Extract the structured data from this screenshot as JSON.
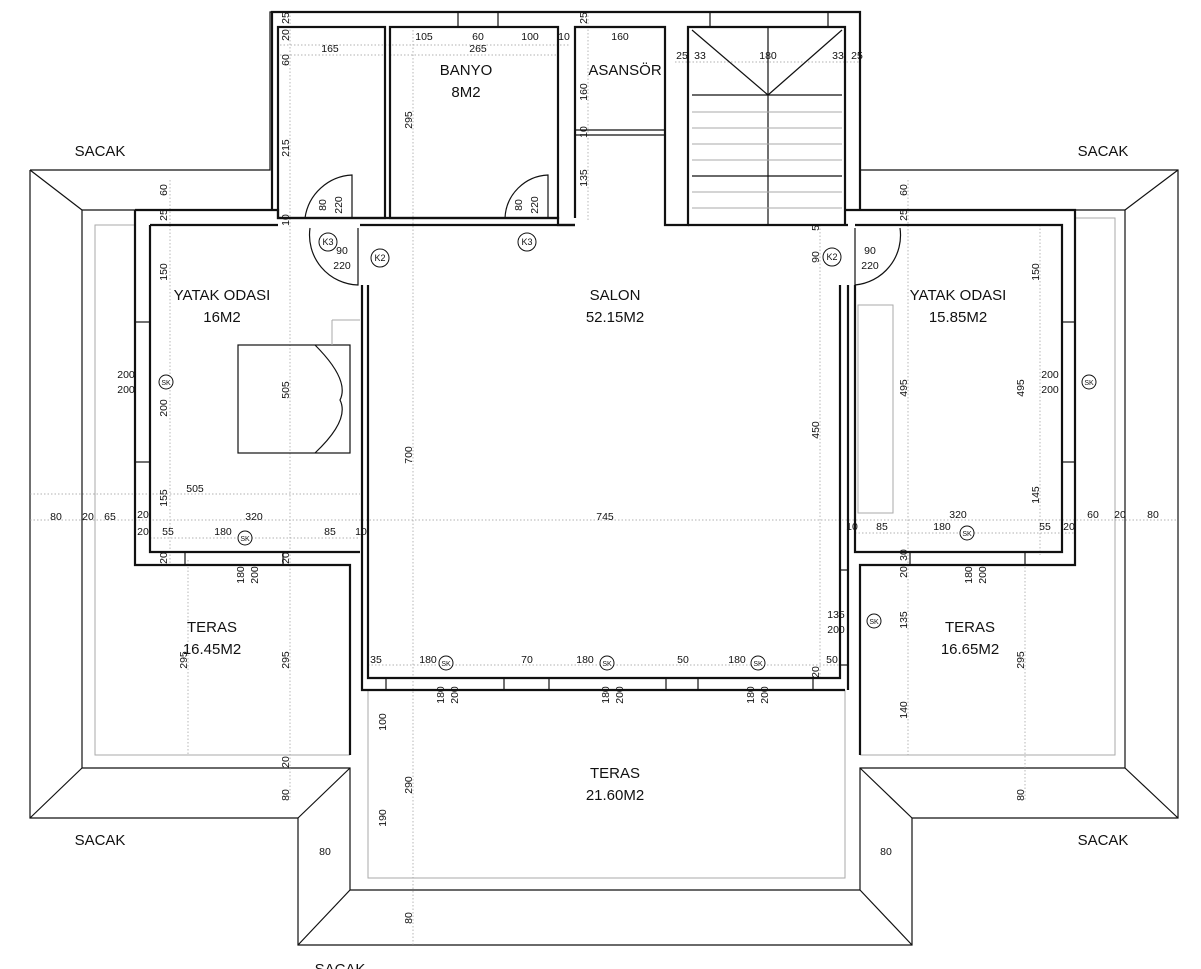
{
  "title": "Floor plan",
  "rooms": [
    {
      "name": "BANYO",
      "area": "8M2"
    },
    {
      "name": "ASANSÖR",
      "area": ""
    },
    {
      "name": "SALON",
      "area": "52.15M2"
    },
    {
      "name": "YATAK ODASI",
      "area": "16M2"
    },
    {
      "name": "YATAK ODASI",
      "area": "15.85M2"
    },
    {
      "name": "TERAS",
      "area": "16.45M2"
    },
    {
      "name": "TERAS",
      "area": "16.65M2"
    },
    {
      "name": "TERAS",
      "area": "21.60M2"
    }
  ],
  "eaves": [
    "SACAK",
    "SACAK",
    "SACAK",
    "SACAK",
    "SACAK"
  ],
  "dims": [
    "165",
    "105",
    "60",
    "100",
    "10",
    "265",
    "160",
    "25",
    "33",
    "180",
    "33",
    "25",
    "80",
    "20",
    "65",
    "20",
    "20",
    "55",
    "180",
    "320",
    "85",
    "10",
    "505",
    "745",
    "35",
    "180",
    "70",
    "180",
    "50",
    "180",
    "50",
    "10",
    "85",
    "180",
    "320",
    "55",
    "20",
    "60",
    "20",
    "80",
    "90",
    "220",
    "90",
    "220",
    "200",
    "200",
    "200",
    "200",
    "135",
    "200",
    "80",
    "80",
    "25",
    "20",
    "60",
    "215",
    "10",
    "295",
    "25",
    "160",
    "10",
    "135",
    "60",
    "25",
    "150",
    "200",
    "155",
    "505",
    "700",
    "450",
    "5",
    "90",
    "60",
    "25",
    "150",
    "495",
    "495",
    "145",
    "20",
    "20",
    "20",
    "30",
    "135",
    "295",
    "295",
    "295",
    "140",
    "20",
    "80",
    "100",
    "290",
    "190",
    "80",
    "80",
    "20",
    "80",
    "220",
    "80",
    "220",
    "180",
    "200",
    "180",
    "200",
    "180",
    "200",
    "180",
    "200",
    "180",
    "200"
  ],
  "door_tags": [
    "K3",
    "K2",
    "K3",
    "K2"
  ],
  "window_tags": [
    "SK",
    "SK",
    "SK",
    "SK",
    "SK",
    "SK",
    "SK",
    "SK"
  ]
}
